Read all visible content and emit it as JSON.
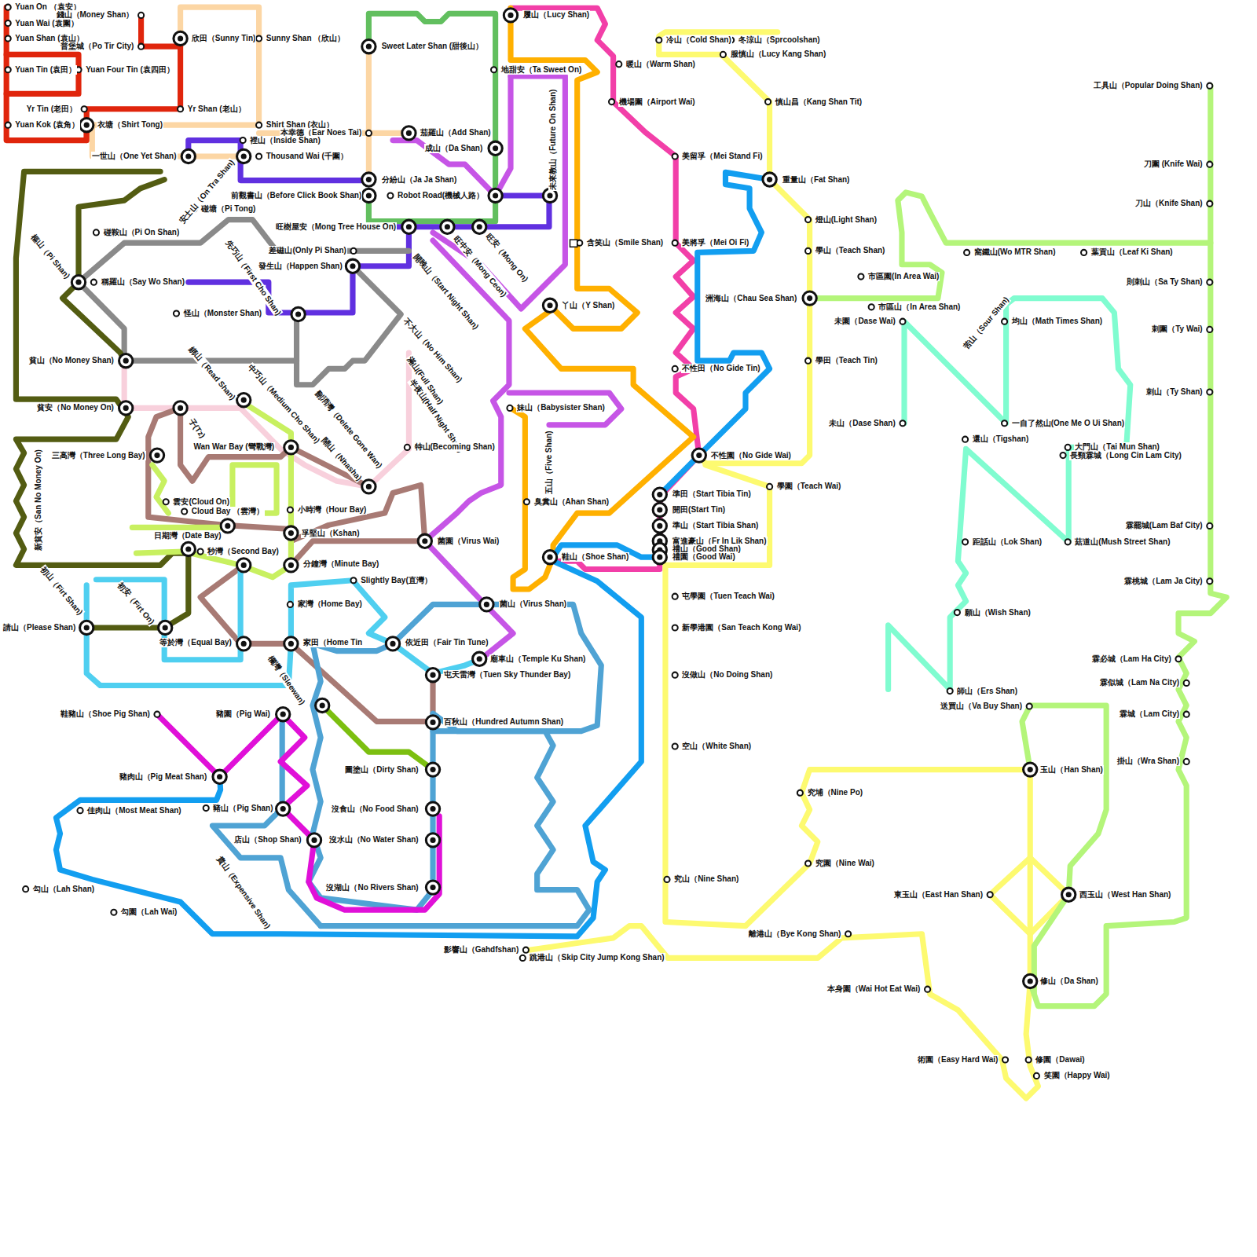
{
  "diagram": {
    "labels": [
      "Yuan On （袁安）",
      "Yuan Wai (袁圍）",
      "Yuan Shan (袁山）",
      "Yuan Tin (袁田）",
      "Yuan Four Tin (袁四田）",
      "Yr Tin (老田）",
      "Yuan Kok (袁角）",
      "錢山（Money Shan）",
      "普堡城（Po Tir City)",
      "欣田（Sunny Tin)",
      "Sunny Shan （欣山）",
      "Yr Shan (老山）",
      "衣塘（Shirt Tong)",
      "Shirt Shan (衣山）",
      "本幸德（Ear Noes Tai)",
      "一世山（One Yet Shan)",
      "裡山（Inside Shan)",
      "Thousand Wai (千圍）",
      "Sweet Later Shan (甜後山）",
      "履山（Lucy Shan)",
      "地甜安（Ta Sweet On)",
      "茄羅山（Add Shan)",
      "成山（Da Shan)",
      "分紛山（Ja Ja Shan)",
      "Robot Road(機械人路）",
      "前觀書山（Before Click Book Shan)",
      "安士山（On Tra Shan)",
      "未來教山（Future On Shan)",
      "旺樹屋安（Mong Tree House On)",
      "碰塘（Pi Tong)",
      "碰鞍山（Pi On Shan)",
      "差磁山(Only Pi Shan)",
      "發生山（Happen Shan)",
      "先巧山（First Cho Shan)",
      "旺中安（Mong Ceon)",
      "旺安（Mong On)",
      "開晚山（Start Night Shan)",
      "樞山（Pi Shan)",
      "稱羅山（Say Wo Shan)",
      "怪山（Monster Shan)",
      "含笑山（Smile Shan)",
      "丫山（Y Shan)",
      "不大山（No Him Shan)",
      "滿山(Full Shan)",
      "半夜山(Half Night Shan)",
      "特山(Becoming Shan)",
      "貧山（No Money Shan)",
      "綁山（Read Shan)",
      "中巧山（Medium Cho Shan)",
      "刪消灣（Delete Gone Wan)",
      "鬧山（Nhasha)",
      "貧安（No Money On)",
      "子(Tz)",
      "Wan War Bay (彎戰灣)",
      "三高灣（Three Long Bay)",
      "新貧安（San No Money On)",
      "雲安(Cloud On)",
      "Cloud Bay （雲灣）",
      "小時灣（Hour Bay)",
      "孚堅山（Kshan)",
      "日期灣（Date Bay)",
      "秒灣（Second Bay)",
      "分鐘灣（Minute Bay)",
      "菌園（Virus Wai)",
      "妹山（Babysister Shan)",
      "五山（Five Shan)",
      "臭糞山（Ahan Shan)",
      "鞋山（Shoe Shan)",
      "初山（Firt Shan)",
      "初安（Firt On)",
      "請山（Please Shan)",
      "等於灣（Equal Bay)",
      "Slightly Bay(直灣）",
      "家灣（Home Bay)",
      "家田（Home Tin",
      "依近田（Fair Tin Tune)",
      "菌山（Virus Shan)",
      "廟車山（Temple Ku Shan)",
      "屯天雷灣（Tuen Sky Thunder Bay)",
      "欄灣（Sleewan)",
      "百秋山（Hundred Autumn Shan)",
      "鞋豬山（Shoe Pig Shan)",
      "豬園（Pig Wai)",
      "豬肉山（Pig Meat Shan)",
      "佳肉山（Most Meat Shan)",
      "豬山（Pig Shan)",
      "店山（Shop Shan)",
      "圖塗山（Dirty Shan)",
      "沒食山（No Food Shan)",
      "沒水山（No Water Shan)",
      "沒湖山（No Rivers Shan)",
      "貴山（Expensive Shan)",
      "勾山（Lah Shan)",
      "勾園（Lah Wai)",
      "影響山（Gahdfshan)",
      "跳港山（Skip City Jump Kong Shan)",
      "冷山（Cold Shan)",
      "冬涼山（Sprcoolshan)",
      "暖山（Warm Shan)",
      "服慎山（Lucy Kang Shan)",
      "機場圍（Airport Wai)",
      "慎山昌（Kang Shan Tit)",
      "美留孚（Mei Stand Fi)",
      "重量山（Fat Shan)",
      "美將孚（Mei Oi Fi)",
      "燈山(Light Shan)",
      "學山（Teach Shan)",
      "洲海山（Chau Sea Shan)",
      "學田（Teach Tin)",
      "不性田（No Gide Tin)",
      "不性園（No Gide Wai)",
      "準田（Start Tibia Tin)",
      "學園（Teach Wai)",
      "開田(Start Tin)",
      "準山（Start Tibia Shan)",
      "富進豪山（Fr In Lik Shan)",
      "禮山（Good Shan)",
      "禮園（Good Wai)",
      "屯學園（Tuen Teach Wai)",
      "新學港園（San Teach Kong Wai)",
      "沒做山（No Doing Shan)",
      "空山（White Shan)",
      "究山（Nine Shan)",
      "究埔（Nine Po)",
      "究園（Nine Wai)",
      "離港山（Bye Kong Shan)",
      "本身園（Wai Hot Eat Wai)",
      "術園（Easy Hard Wai)",
      "修園（Dawai)",
      "笑園（Happy Wai)",
      "修山（Da Shan)",
      "東玉山（East Han Shan)",
      "西玉山（West Han Shan)",
      "玉山（Han Shan)",
      "送買山（Va Buy Shan)",
      "師山（Ers Shan)",
      "願山（Wish Shan)",
      "距話山（Lok Shan)",
      "菇道山(Mush Street Shan)",
      "還山（Tigshan)",
      "大門山（Tai Mun Shan)",
      "長頸霖城（Long Cin Lam City)",
      "一自了然山(One Me O Ui Shan)",
      "未園（Dase Wai)",
      "未山（Dase Shan)",
      "市區園(In Area Wai)",
      "市區山（In Area Shan)",
      "苦山（Sour Shan)",
      "均山（Math Times Shan)",
      "窩鐵山(Wo MTR Shan)",
      "葉貢山（Leaf Ki Shan)",
      "工具山（Popular Doing Shan)",
      "刀圍 (Knife Wai)",
      "刀山（Knife Shan)",
      "則刺山（Sa Ty Shan)",
      "刺圍（Ty Wai)",
      "刺山（Ty Shan)",
      "霖罷城(Lam Baf City)",
      "霖桃城（Lam Ja City)",
      "霖必城（Lam Ha City)",
      "霖似城（Lam Na City)",
      "霖城（Lam City)",
      "掛山（Wra Shan)"
    ]
  }
}
